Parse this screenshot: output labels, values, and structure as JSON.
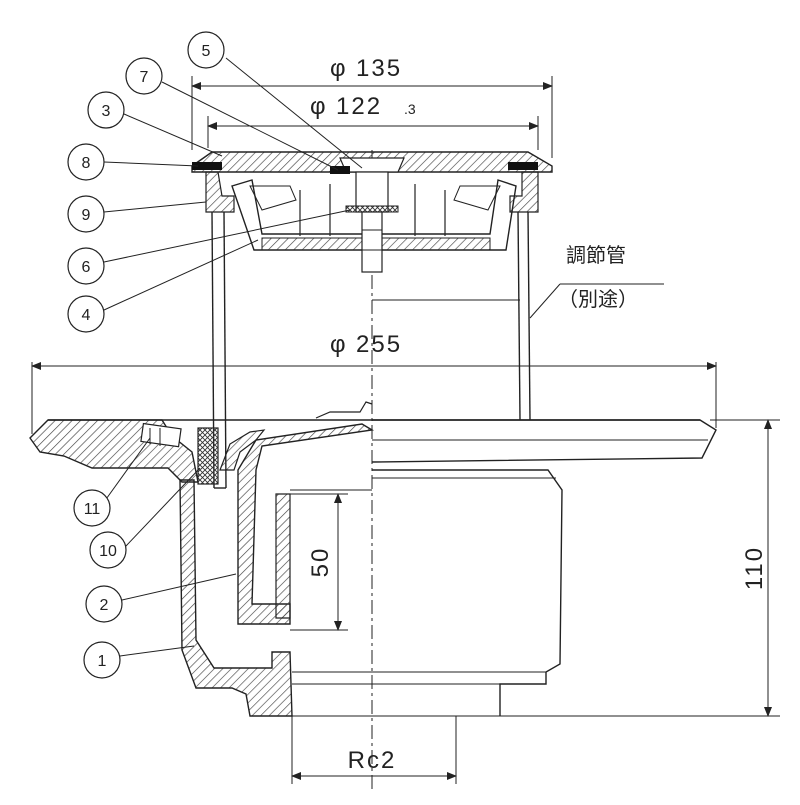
{
  "dimensions": {
    "phi135_prefix": "φ",
    "phi135_value": "135",
    "phi122_prefix": "φ",
    "phi122_value": "122",
    "phi122_decimal": ".3",
    "phi255_prefix": "φ",
    "phi255_value": "255",
    "height_110": "110",
    "depth_50": "50",
    "thread": "Rc2"
  },
  "labels": {
    "adjust_pipe": "調節管",
    "sold_separately": "（別途）"
  },
  "parts": [
    {
      "number": "5"
    },
    {
      "number": "7"
    },
    {
      "number": "3"
    },
    {
      "number": "8"
    },
    {
      "number": "9"
    },
    {
      "number": "6"
    },
    {
      "number": "4"
    },
    {
      "number": "11"
    },
    {
      "number": "10"
    },
    {
      "number": "2"
    },
    {
      "number": "1"
    }
  ],
  "colors": {
    "line": "#222222",
    "hatch": "#444444",
    "background": "#ffffff"
  }
}
